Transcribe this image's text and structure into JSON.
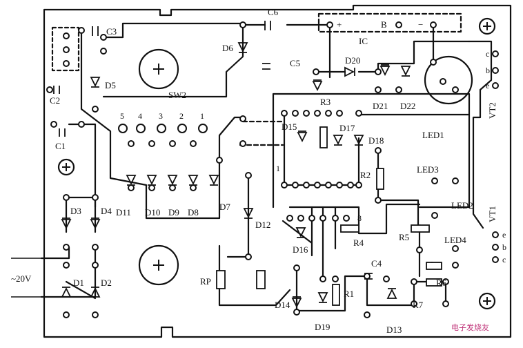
{
  "diagram": {
    "labels": {
      "C3": "C3",
      "C6": "C6",
      "C5": "C5",
      "C2": "C2",
      "C1": "C1",
      "C4": "C4",
      "D1": "D1",
      "D2": "D2",
      "D3": "D3",
      "D4": "D4",
      "D5": "D5",
      "D6": "D6",
      "D7": "D7",
      "D8": "D8",
      "D9": "D9",
      "D10": "D10",
      "D11": "D11",
      "D12": "D12",
      "D13": "D13",
      "D14": "D14",
      "D15": "D15",
      "D16": "D16",
      "D17": "D17",
      "D18": "D18",
      "D19": "D19",
      "D20": "D20",
      "D21": "D21",
      "D22": "D22",
      "R1": "R1",
      "R2": "R2",
      "R3": "R3",
      "R4": "R4",
      "R5": "R5",
      "R6": "R6",
      "R7": "R7",
      "RP": "RP",
      "IC": "IC",
      "SW2": "SW2",
      "LED1": "LED1",
      "LED2": "LED2",
      "LED3": "LED3",
      "LED4": "LED4",
      "VT1": "VT1",
      "VT2": "VT2",
      "ac_input": "~20V",
      "B": "B",
      "plus": "+",
      "minus": "−",
      "sw_1": "1",
      "sw_2": "2",
      "sw_3": "3",
      "sw_4": "4",
      "sw_5": "5",
      "pin1": "1",
      "pin8": "8",
      "vt2_c": "c",
      "vt2_b": "b",
      "vt2_e": "e",
      "vt1_e": "e",
      "vt1_b": "b",
      "vt1_c": "c"
    },
    "watermark": "电子发烧友"
  }
}
